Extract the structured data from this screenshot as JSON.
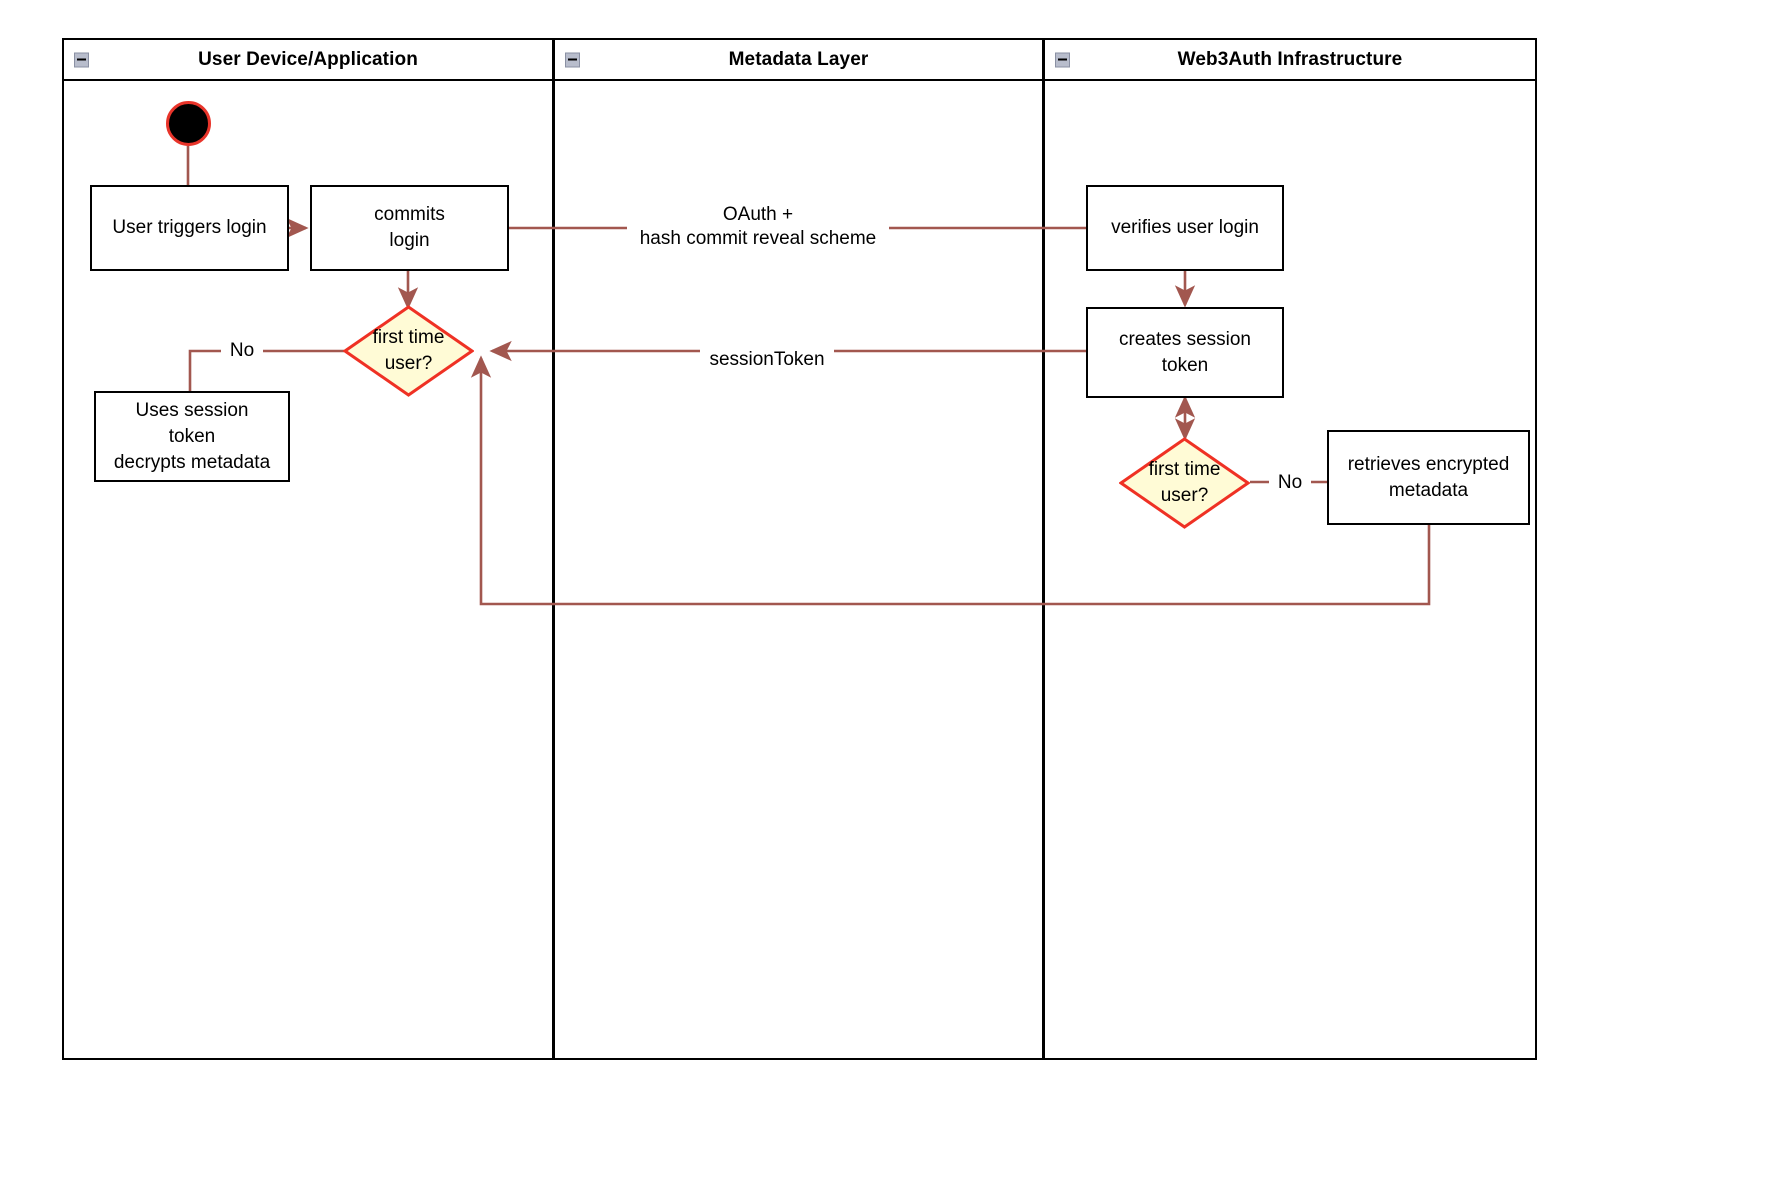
{
  "diagram": {
    "type": "activity-swimlane",
    "background": "#ffffff",
    "colors": {
      "edge": "#a2574f",
      "decision_border": "#ef3124",
      "decision_fill": "#fffbd6",
      "node_border": "#000000",
      "start_border": "#e8342a",
      "start_fill": "#000000",
      "lane_border": "#000000",
      "collapse_icon_fill": "#b8bdcc"
    }
  },
  "lanes": [
    {
      "id": "lane-user-device",
      "title": "User Device/Application",
      "collapse_icon": "collapse-minus-icon"
    },
    {
      "id": "lane-metadata",
      "title": "Metadata Layer",
      "collapse_icon": "collapse-minus-icon"
    },
    {
      "id": "lane-web3auth",
      "title": "Web3Auth Infrastructure",
      "collapse_icon": "collapse-minus-icon"
    }
  ],
  "nodes": {
    "start": {
      "name": "start-node",
      "shape": "initial-node"
    },
    "user_triggers_login": {
      "name": "activity-user-triggers-login",
      "label": "User triggers login",
      "lane": "lane-user-device"
    },
    "commits_login": {
      "name": "activity-commits-login",
      "label": "commits\nlogin",
      "lane": "lane-user-device"
    },
    "decision_left": {
      "name": "decision-first-time-user-left",
      "label": "first time\nuser?",
      "lane": "lane-user-device"
    },
    "uses_session_token": {
      "name": "activity-uses-session-token",
      "label": "Uses session\ntoken\ndecrypts metadata",
      "lane": "lane-user-device"
    },
    "verifies_user_login": {
      "name": "activity-verifies-user-login",
      "label": "verifies user login",
      "lane": "lane-web3auth"
    },
    "creates_session_token": {
      "name": "activity-creates-session-token",
      "label": "creates session\ntoken",
      "lane": "lane-web3auth"
    },
    "decision_right": {
      "name": "decision-first-time-user-right",
      "label": "first time\nuser?",
      "lane": "lane-web3auth"
    },
    "retrieves_encrypted_metadata": {
      "name": "activity-retrieves-encrypted-metadata",
      "label": "retrieves encrypted\nmetadata",
      "lane": "lane-web3auth"
    }
  },
  "edge_labels": {
    "oauth": "OAuth +\nhash commit reveal scheme",
    "session_token": "sessionToken",
    "no_left": "No",
    "no_right": "No"
  }
}
